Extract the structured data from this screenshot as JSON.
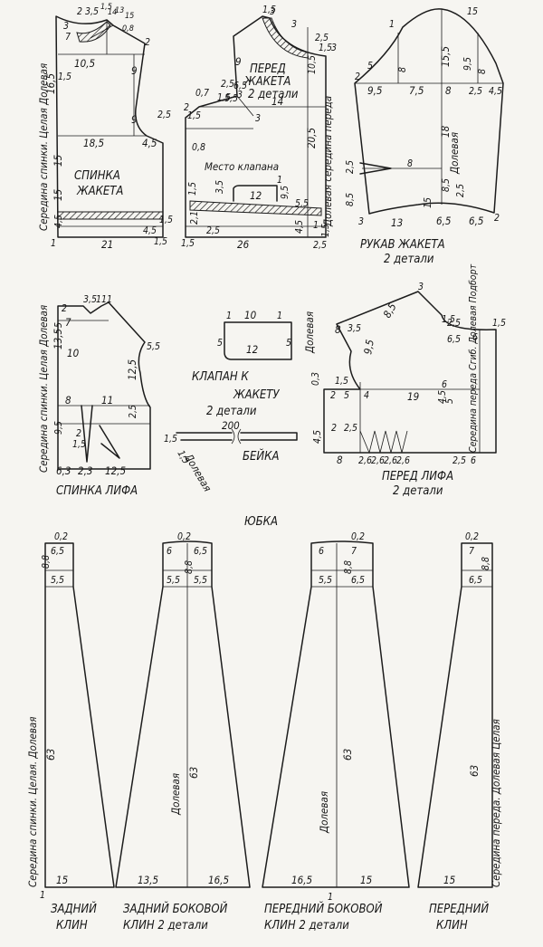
{
  "labels": {
    "spinka_jaketa": [
      "СПИНКА",
      "ЖАКЕТА"
    ],
    "pered_jaketa": [
      "ПЕРЕД",
      "ЖАКЕТА",
      "2 детали"
    ],
    "mesto_klapana": "Место клапана",
    "rukav_jaketa": [
      "РУКАВ ЖАКЕТА",
      "2 детали"
    ],
    "spinka_lifa": "СПИНКА ЛИФА",
    "klapan": [
      "КЛАПАН К",
      "ЖАКЕТУ",
      "2 детали"
    ],
    "beika": "БЕЙКА",
    "pered_lifa": [
      "ПЕРЕД ЛИФА",
      "2 детали"
    ],
    "yubka": "ЮБКА",
    "zadniy_klin": [
      "ЗАДНИЙ",
      "КЛИН"
    ],
    "zadniy_bokovoy": [
      "ЗАДНИЙ БОКОВОЙ",
      "КЛИН 2 детали"
    ],
    "peredniy_bokovoy": [
      "ПЕРЕДНИЙ БОКОВОЙ",
      "КЛИН 2 детали"
    ],
    "peredniy_klin": [
      "ПЕРЕДНИЙ",
      "КЛИН"
    ],
    "vertical": {
      "back_jacket_center": "Середина спинки. Целая Долевая",
      "front_jacket_center": "Долевая середина переда",
      "sleeve_grain": "Долевая",
      "back_bodice_center": "Середина спинки. Целая Долевая",
      "front_bodice_center": "Середина переда Сгиб. Долевая Подборт",
      "klapan_grain": "Долевая",
      "beika_grain": "Долевая",
      "skirt_back_center": "Середина спинки. Целая. Долевая",
      "skirt_grain_1": "Долевая",
      "skirt_grain_2": "Долевая",
      "skirt_front_center": "Середина переда. Долевая Целая"
    }
  },
  "measures": {
    "spinka": [
      "2",
      "3,5",
      "1,5",
      "14",
      "13",
      "15",
      "0,8",
      "3",
      "7",
      "10,5",
      "2",
      "1,5",
      "9",
      "9",
      "18,5",
      "4,5",
      "2,5",
      "16,5",
      "15",
      "15",
      "4,5",
      "1,5",
      "21",
      "4,5",
      "1,5",
      "1"
    ],
    "pered": [
      "1,5",
      "3",
      "3",
      "2,5",
      "9",
      "10,5",
      "1,5",
      "3",
      "2,5",
      "1,5",
      "0,7",
      "5,5",
      "3",
      "6,5",
      "14",
      "2",
      "1,5",
      "0,8",
      "20,5",
      "3",
      "3,5",
      "12",
      "1",
      "9,5",
      "5,5",
      "1,5",
      "2,1",
      "1,5",
      "4,5",
      "26",
      "2,5",
      "1",
      "1,5",
      "2,5"
    ],
    "rukav": [
      "1",
      "15",
      "5",
      "15,5",
      "9,5",
      "8",
      "8",
      "2",
      "9,5",
      "7,5",
      "8",
      "2,5",
      "4,5",
      "18",
      "2,5",
      "8",
      "8,5",
      "8,5",
      "2,5",
      "15",
      "3",
      "13",
      "6,5",
      "6,5",
      "2"
    ],
    "spinka_lifa": [
      "3,5",
      "11",
      "1",
      "2",
      "5",
      "13,5",
      "7",
      "10",
      "5,5",
      "12,5",
      "8",
      "11",
      "2,5",
      "9,5",
      "2",
      "1,5",
      "6,3",
      "2,3",
      "12,5"
    ],
    "klapan": [
      "1",
      "10",
      "1",
      "5",
      "12",
      "5"
    ],
    "beika": [
      "200",
      "1,5",
      "1,5"
    ],
    "pered_lifa": [
      "3",
      "8,5",
      "3,5",
      "9,5",
      "2,5",
      "6,5",
      "1,5",
      "1,5",
      "6",
      "8",
      "0,3",
      "1,5",
      "2",
      "5",
      "4",
      "19",
      "6",
      "4,5",
      "5",
      "4,5",
      "2",
      "2,5",
      "8",
      "2,6",
      "2,6",
      "2,6",
      "2,6",
      "2,5",
      "6"
    ],
    "skirt_back": [
      "0,2",
      "6,5",
      "8,8",
      "5,5",
      "63",
      "15",
      "1"
    ],
    "skirt_back_side": [
      "0,2",
      "6",
      "6,5",
      "8,8",
      "5,5",
      "5,5",
      "63",
      "13,5",
      "16,5"
    ],
    "skirt_front_side": [
      "0,2",
      "6",
      "7",
      "8,8",
      "5,5",
      "6,5",
      "63",
      "16,5",
      "15",
      "1"
    ],
    "skirt_front": [
      "0,2",
      "7",
      "8,8",
      "6,5",
      "63",
      "15"
    ]
  }
}
